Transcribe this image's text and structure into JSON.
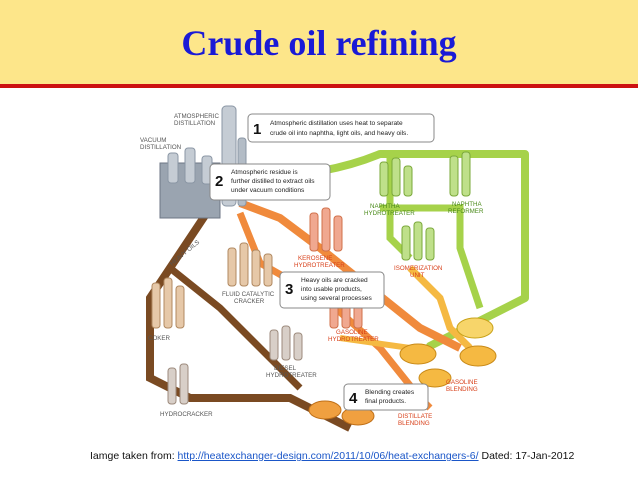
{
  "slide": {
    "title": "Crude oil refining",
    "caption_prefix": "Iamge taken from: ",
    "caption_link": "http://heatexchanger-design.com/2011/10/06/heat-exchangers-6/",
    "caption_suffix": " Dated: 17-Jan-2012"
  },
  "diagram": {
    "units": {
      "atmospheric_distillation": [
        "ATMOSPHERIC",
        "DISTILLATION"
      ],
      "vacuum_distillation": [
        "VACUUM",
        "DISTILLATION"
      ],
      "heavy_oils": "HEAVY OILS",
      "kerosene_hydrotreater": [
        "KEROSENE",
        "HYDROTREATER"
      ],
      "fluid_catalytic_cracker": [
        "FLUID CATALYTIC",
        "CRACKER"
      ],
      "coker": "COKER",
      "diesel_hydrotreater": [
        "DIESEL",
        "HYDROTREATER"
      ],
      "hydrocracker": "HYDROCRACKER",
      "gasoline_hydrotreater": [
        "GASOLINE",
        "HYDROTREATER"
      ],
      "naphtha_hydrotreater": [
        "NAPHTHA",
        "HYDROTREATER"
      ],
      "naphtha_reformer": [
        "NAPHTHA",
        "REFORMER"
      ],
      "isomerization_unit": [
        "ISOMERIZATION",
        "UNIT"
      ],
      "gasoline_blending": [
        "GASOLINE",
        "BLENDING"
      ],
      "distillate_blending": [
        "DISTILLATE",
        "BLENDING"
      ]
    },
    "steps": [
      {
        "number": "1",
        "lines": [
          "Atmospheric distillation uses heat to separate",
          "crude oil into naphtha, light oils, and heavy oils."
        ]
      },
      {
        "number": "2",
        "lines": [
          "Atmospheric residue is",
          "further distilled to extract oils",
          "under vacuum conditions"
        ]
      },
      {
        "number": "3",
        "lines": [
          "Heavy oils are cracked",
          "into usable products,",
          "using several processes"
        ]
      },
      {
        "number": "4",
        "lines": [
          "Blending creates",
          "final products."
        ]
      }
    ],
    "colors": {
      "naphtha_stream": "#a6d24a",
      "light_oil_stream": "#f08a3c",
      "heavy_oil_stream": "#7a4a22",
      "gasoline_stream": "#f5b942",
      "title_background": "#fde68a",
      "title_text": "#1a1ad6",
      "rule": "#cc1111"
    }
  }
}
